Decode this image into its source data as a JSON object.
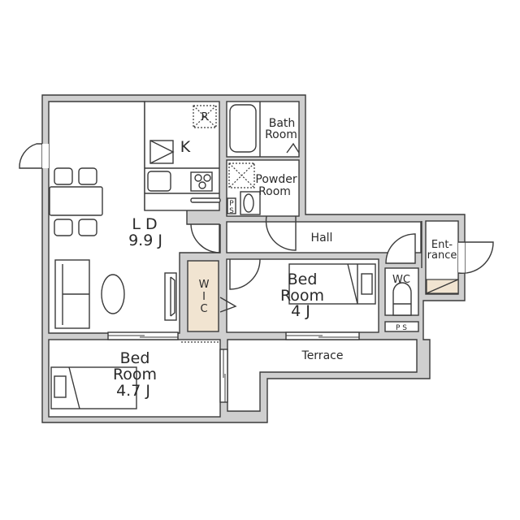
{
  "colors": {
    "wall": "#cfcfcf",
    "line": "#3a3a3a",
    "floor": "#ffffff",
    "wic_fill": "#f1e4d1",
    "entrance_step": "#f1e4d1"
  },
  "rooms": {
    "ld": {
      "line1": "L D",
      "line2": "9.9 J"
    },
    "kitchen": {
      "label": "K",
      "fridge": "R"
    },
    "bath": {
      "line1": "Bath",
      "line2": "Room"
    },
    "powder": {
      "line1": "Powder",
      "line2": "Room"
    },
    "hall": {
      "label": "Hall"
    },
    "bed_north": {
      "line1": "Bed",
      "line2": "Room",
      "line3": "4 J"
    },
    "bed_south": {
      "line1": "Bed",
      "line2": "Room",
      "line3": "4.7 J"
    },
    "wic": {
      "c1": "W",
      "c2": "I",
      "c3": "C"
    },
    "entrance": {
      "line1": "Ent-",
      "line2": "rance"
    },
    "wc": {
      "label": "WC"
    },
    "terrace": {
      "label": "Terrace"
    }
  },
  "fixtures": {
    "ps_kitchen": {
      "c1": "P",
      "c2": "S"
    },
    "ps_wc": "P S"
  }
}
